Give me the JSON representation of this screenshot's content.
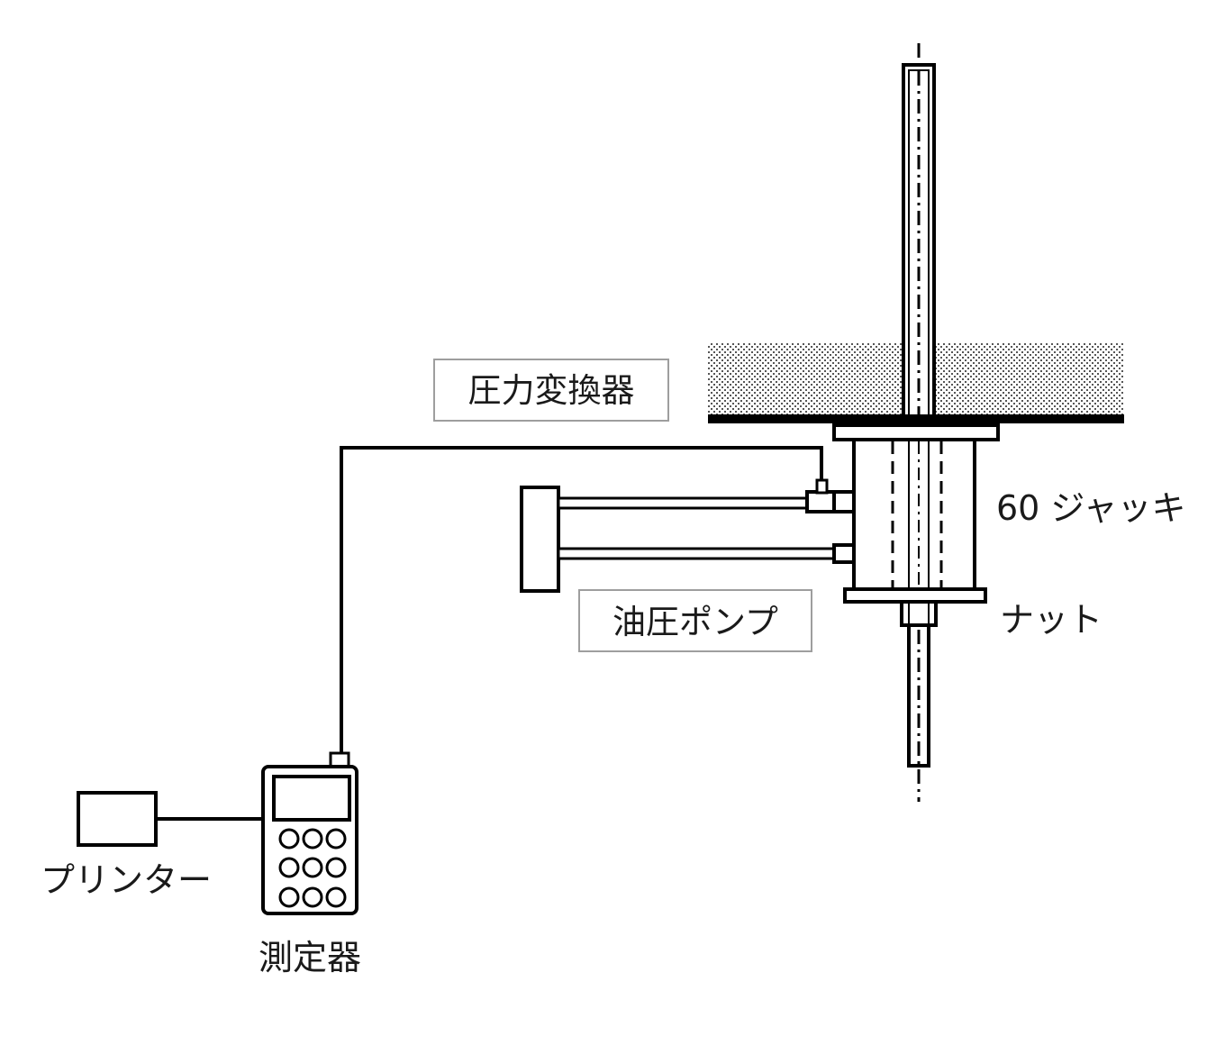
{
  "diagram": {
    "kind": "anchor-pullout-test-setup",
    "labels": {
      "pressure_transducer": "圧力変換器",
      "jack": "60 ジャッキ",
      "hydraulic_pump": "油圧ポンプ",
      "nut": "ナット",
      "printer": "プリンター",
      "meter": "測定器"
    },
    "colors": {
      "line": "#000000",
      "label_text": "#1a1a1a",
      "label_border": "#9e9e9e",
      "background": "#ffffff"
    }
  }
}
